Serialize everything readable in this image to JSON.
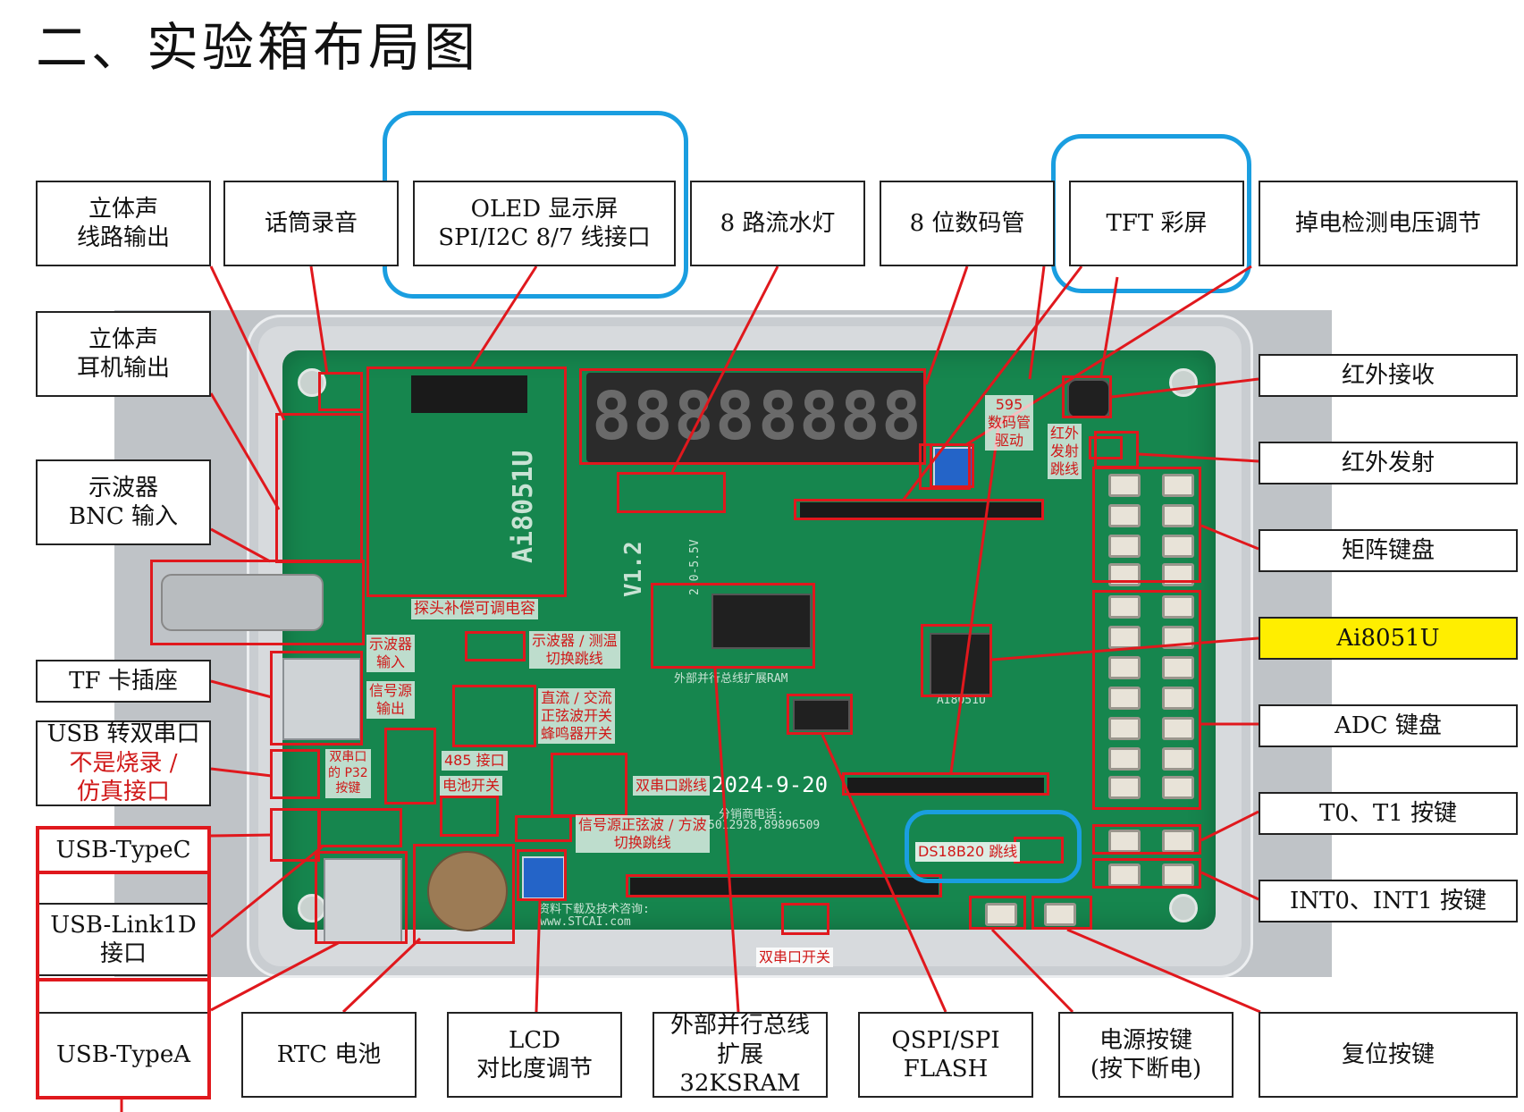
{
  "title": "二、实验箱布局图",
  "labels": {
    "stereo_line": "立体声\n线路输出",
    "mic": "话筒录音",
    "oled": "OLED 显示屏\nSPI/I2C 8/7 线接口",
    "led8": "8 路流水灯",
    "seg8": "8 位数码管",
    "tft": "TFT 彩屏",
    "power_detect": "掉电检测电压调节",
    "stereo_ear": "立体声\n耳机输出",
    "osc_bnc": "示波器\nBNC 输入",
    "tf": "TF 卡插座",
    "usb_serial_1": "USB 转双串口",
    "usb_serial_2": "不是烧录 /\n仿真接口",
    "usb_typec": "USB-TypeC",
    "usb_link": "USB-Link1D\n接口",
    "usb_typea": "USB-TypeA",
    "rtc": "RTC 电池",
    "lcd": "LCD\n对比度调节",
    "sram": "外部并行总线\n扩展 32KSRAM",
    "flash": "QSPI/SPI\nFLASH",
    "power_key": "电源按键\n(按下断电)",
    "reset_key": "复位按键",
    "ir_rx": "红外接收",
    "ir_tx": "红外发射",
    "matrix_key": "矩阵键盘",
    "mcu": "Ai8051U",
    "adc_key": "ADC 键盘",
    "t0t1": "T0、T1 按键",
    "int01": "INT0、INT1 按键"
  },
  "annotations": {
    "probe_cap": "探头补偿可调电容",
    "osc_in": "示波器\n输入",
    "sig_out": "信号源\n输出",
    "osc_switch": "示波器 / 测温\n切换跳线",
    "dc_ac": "直流 / 交流\n正弦波开关\n蜂鸣器开关",
    "rs485": "485 接口",
    "battery_sw": "电池开关",
    "dual_p32": "双串口\n的 P32\n按键",
    "dual_jumper": "双串口跳线",
    "sig_switch": "信号源正弦波 / 方波\n切换跳线",
    "hc595": "595\n数码管\n驱动",
    "ir_jumper": "红外\n发射\n跳线",
    "ds18b20": "DS18B20 跳线",
    "dual_switch": "双串口开关"
  },
  "silk": {
    "board_name": "Ai8051U",
    "version": "V1.2",
    "date": "2024-9-20",
    "ram": "外部并行总线扩展RAM",
    "dist": "分销商电话:",
    "phone": "5012928,89896509",
    "download": "资料下载及技术咨询:",
    "site": "www.STCAI.com",
    "chip_name": "AI8051U",
    "voltage": "2.0-5.5V"
  },
  "display": {
    "digits": [
      "8",
      "8",
      "8",
      "8",
      "8",
      "8",
      "8",
      "8"
    ]
  },
  "colors": {
    "red": "#e0181d",
    "blue": "#1a9ee0",
    "yellow": "#ffee00",
    "pcb": "#16864e"
  }
}
